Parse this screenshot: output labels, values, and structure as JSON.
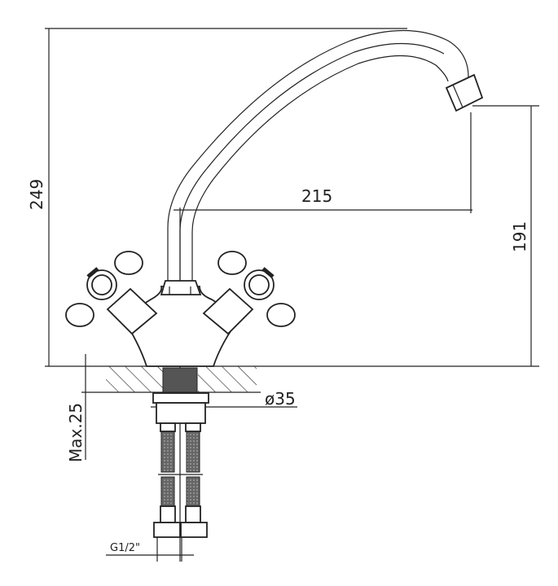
{
  "drawing": {
    "subject": "faucet",
    "dimensions": {
      "height_total": "249",
      "spout_reach": "215",
      "spout_height": "191",
      "hole_diameter": "ø35",
      "max_thickness": "Max.25",
      "thread": "G1/2\""
    },
    "colors": {
      "line": "#222222",
      "fill": "#555555"
    }
  }
}
